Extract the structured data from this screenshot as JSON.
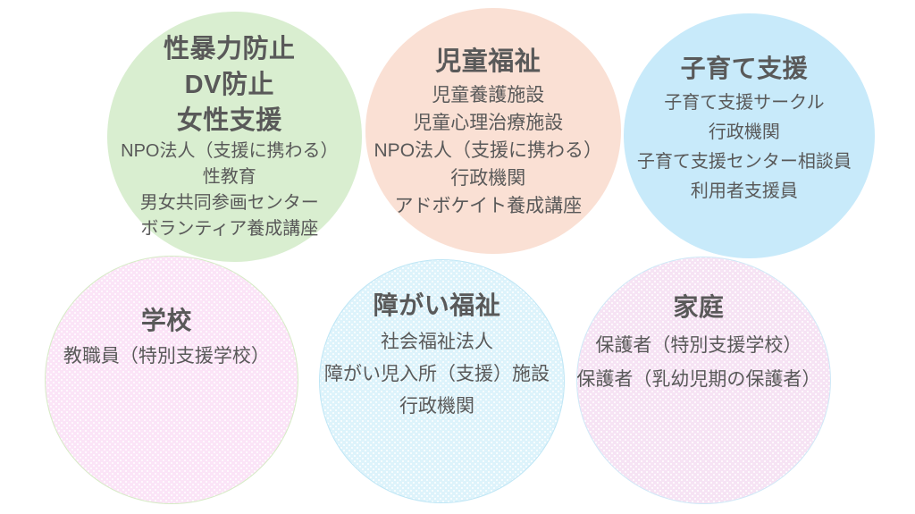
{
  "diagram": {
    "title": "",
    "text_color": "#595959",
    "background": "#ffffff",
    "bubbles": [
      {
        "id": "sexual-violence",
        "titles": [
          "性暴力防止",
          "DV防止",
          "女性支援"
        ],
        "title": "性暴力防止",
        "title2": "DV防止",
        "title3": "女性支援",
        "color": "#d9eed0",
        "items": [
          "NPO法人（支援に携わる）",
          "性教育",
          "男女共同参画センター",
          "ボランティア養成講座"
        ]
      },
      {
        "id": "child-welfare",
        "title": "児童福祉",
        "color": "#fae0d4",
        "items": [
          "児童養護施設",
          "児童心理治療施設",
          "NPO法人（支援に携わる）",
          "行政機関",
          "アドボケイト養成講座"
        ]
      },
      {
        "id": "childrearing-support",
        "title": "子育て支援",
        "color": "#c8eafa",
        "items": [
          "子育て支援サークル",
          "行政機関",
          "子育て支援センター相談員",
          "利用者支援員"
        ]
      },
      {
        "id": "school",
        "title": "学校",
        "color": "#fbe4f7",
        "items": [
          "教職員（特別支援学校）"
        ]
      },
      {
        "id": "disability-welfare",
        "title": "障がい福祉",
        "color": "#ddf3fb",
        "items": [
          "社会福祉法人",
          "障がい児入所（支援）施設",
          "行政機関"
        ]
      },
      {
        "id": "family",
        "title": "家庭",
        "color": "#f6e3f4",
        "items": [
          "保護者（特別支援学校）",
          "保護者（乳幼児期の保護者）"
        ]
      }
    ]
  }
}
